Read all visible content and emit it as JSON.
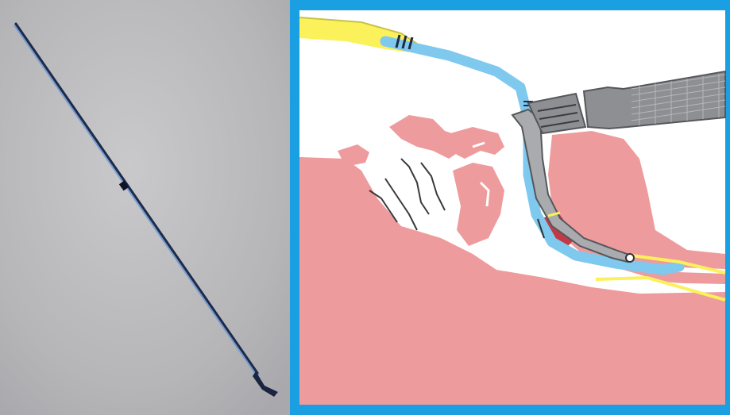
{
  "figure": {
    "panels": [
      {
        "id": "photo",
        "content": "bougie-photograph"
      },
      {
        "id": "illustration",
        "content": "intubation-diagram"
      }
    ],
    "colors": {
      "photo_background": "#b9b9bc",
      "bougie": "#1e2a48",
      "bougie_highlight": "#5b8fd6",
      "frame_blue": "#1aa0e2",
      "tissue_pink": "#ee9b9e",
      "tissue_dark": "#c23a45",
      "tube_yellow": "#fbf15a",
      "bougie_blue": "#7fc8ee",
      "laryngoscope_gray": "#8d8f93"
    }
  }
}
